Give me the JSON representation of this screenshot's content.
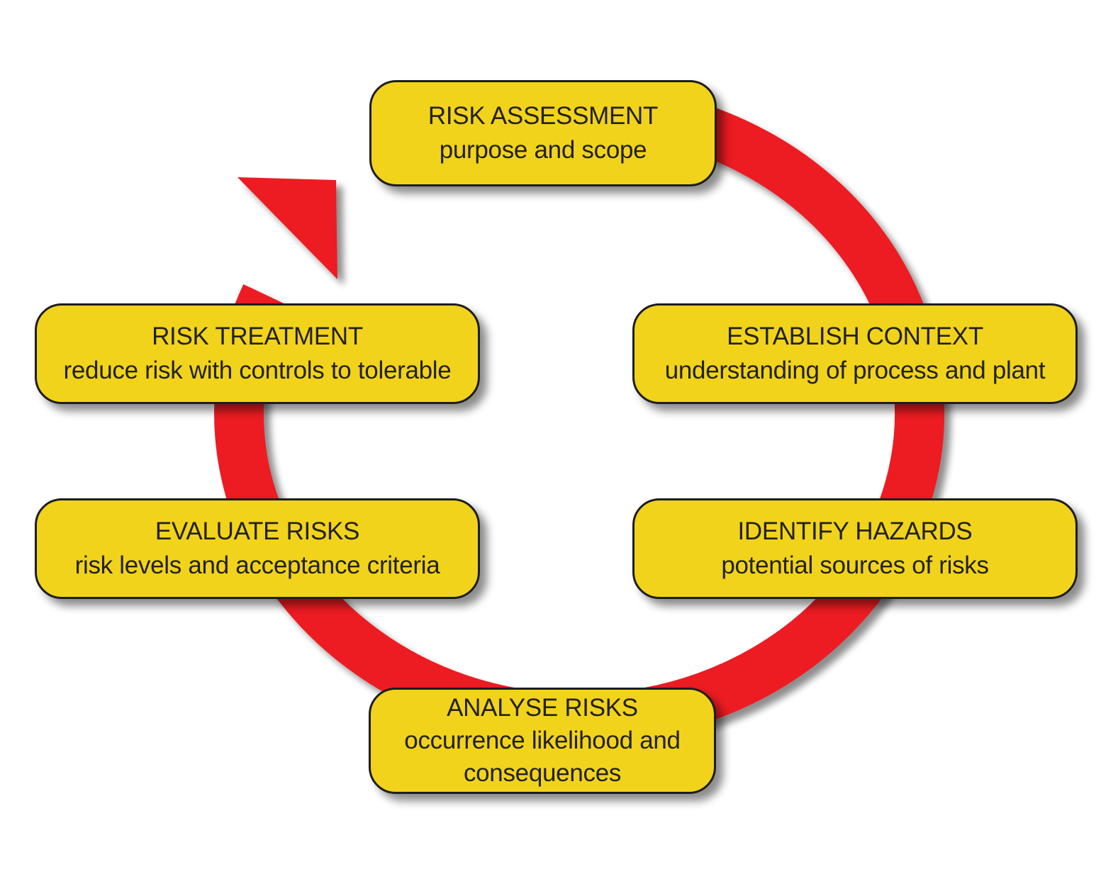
{
  "diagram": {
    "colors": {
      "cycle_arrow": "#ec1c24",
      "node_fill": "#f2d31b",
      "node_border": "#1e1e1e",
      "text": "#222222",
      "background": "#ffffff"
    },
    "nodes": {
      "risk_assessment": {
        "title": "RISK ASSESSMENT",
        "desc": "purpose and scope"
      },
      "establish_context": {
        "title": "ESTABLISH CONTEXT",
        "desc": "understanding of process and plant"
      },
      "identify_hazards": {
        "title": "IDENTIFY HAZARDS",
        "desc": "potential sources of risks"
      },
      "analyse_risks": {
        "title": "ANALYSE RISKS",
        "desc_line1": "occurrence likelihood and",
        "desc_line2": "consequences"
      },
      "evaluate_risks": {
        "title": "EVALUATE RISKS",
        "desc": "risk levels and acceptance criteria"
      },
      "risk_treatment": {
        "title": "RISK TREATMENT",
        "desc": "reduce risk with controls to tolerable"
      }
    }
  }
}
